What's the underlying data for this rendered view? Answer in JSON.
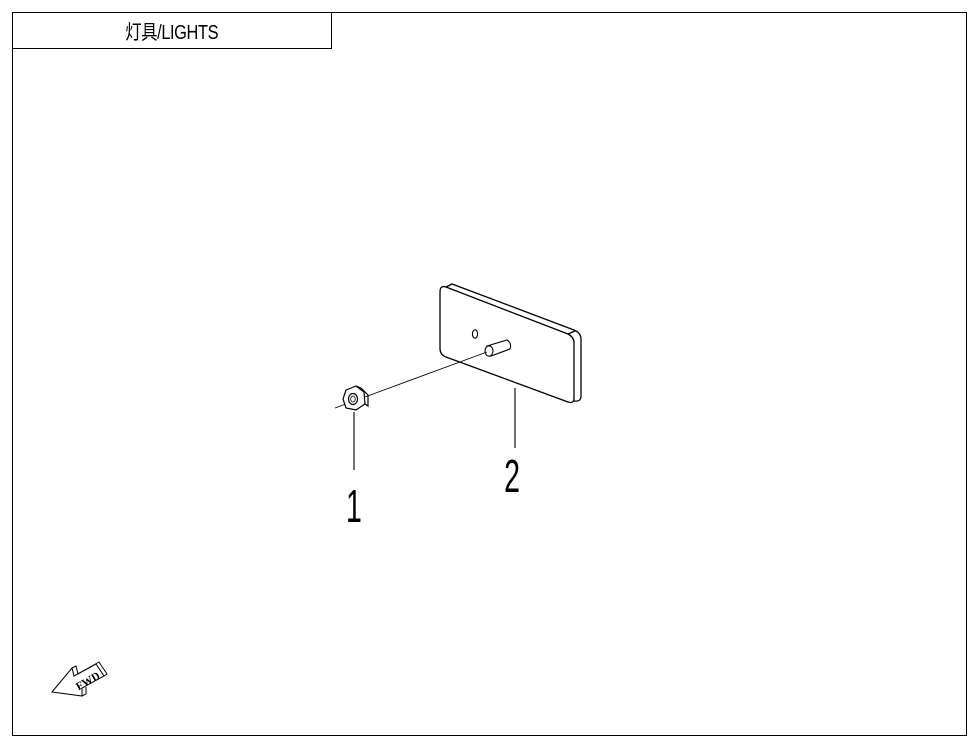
{
  "title": "灯具/LIGHTS",
  "callouts": [
    {
      "id": "1",
      "label": "1"
    },
    {
      "id": "2",
      "label": "2"
    }
  ],
  "fwd_label": "FWD"
}
